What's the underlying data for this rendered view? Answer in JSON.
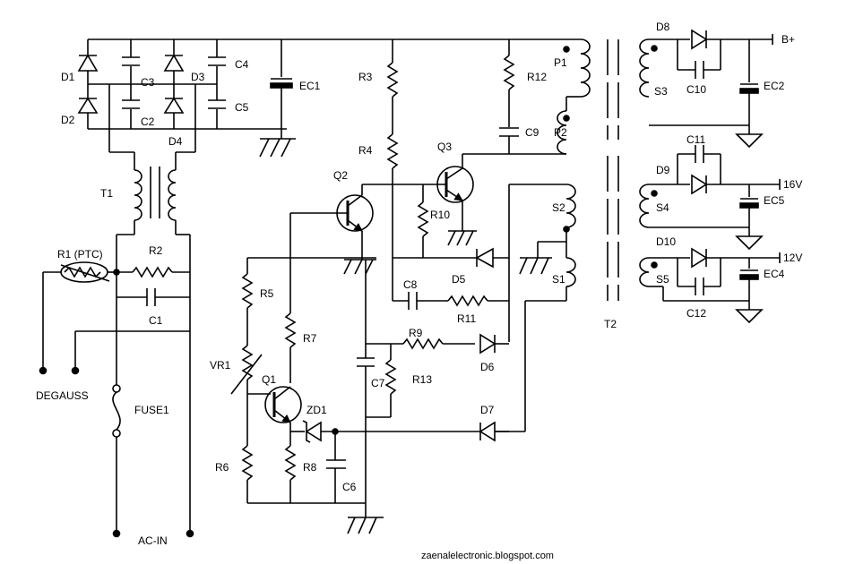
{
  "labels": {
    "D1": "D1",
    "D2": "D2",
    "C3": "C3",
    "C2": "C2",
    "D3": "D3",
    "C4": "C4",
    "C5": "C5",
    "D4": "D4",
    "EC1": "EC1",
    "T1": "T1",
    "R1": "R1 (PTC)",
    "R2": "R2",
    "C1": "C1",
    "DEGAUSS": "DEGAUSS",
    "FUSE1": "FUSE1",
    "ACIN": "AC-IN",
    "R3": "R3",
    "R4": "R4",
    "R12": "R12",
    "C9": "C9",
    "Q3": "Q3",
    "Q2": "Q2",
    "R10": "R10",
    "D5": "D5",
    "C8": "C8",
    "R11": "R11",
    "R5": "R5",
    "R7": "R7",
    "VR1": "VR1",
    "Q1": "Q1",
    "ZD1": "ZD1",
    "R6": "R6",
    "R8": "R8",
    "C6": "C6",
    "R9": "R9",
    "R13": "R13",
    "C7": "C7",
    "D6": "D6",
    "D7": "D7",
    "P1": "P1",
    "P2": "P2",
    "S2": "S2",
    "S1": "S1",
    "T2": "T2",
    "D8": "D8",
    "C10": "C10",
    "S3": "S3",
    "EC2": "EC2",
    "Bplus": "B+",
    "C11": "C11",
    "D9": "D9",
    "S4": "S4",
    "EC5": "EC5",
    "V16": "16V",
    "D10": "D10",
    "S5": "S5",
    "EC4": "EC4",
    "V12": "12V",
    "C12": "C12"
  },
  "footer": "zaenalelectronic.blogspot.com"
}
